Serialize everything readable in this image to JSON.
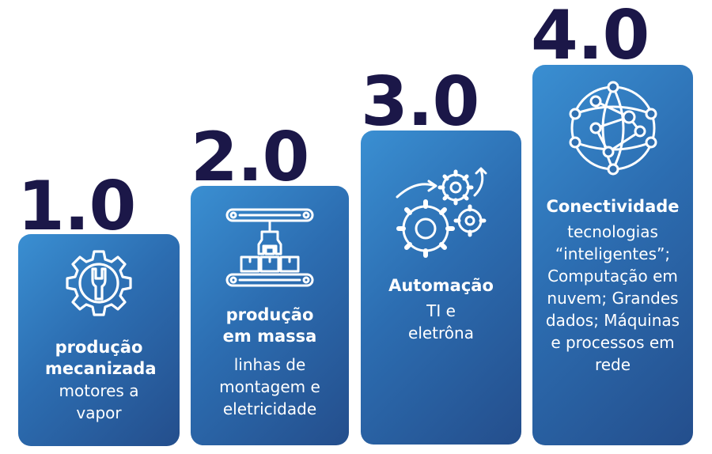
{
  "stages": [
    {
      "version": "1.0",
      "title": "produção mecanizada",
      "description": "motores a vapor",
      "icon": "gear-wrench-icon"
    },
    {
      "version": "2.0",
      "title": "produção em massa",
      "description": "linhas de montagem e eletricidade",
      "icon": "assembly-line-icon"
    },
    {
      "version": "3.0",
      "title": "Automação",
      "description": "TI e eletrôna",
      "icon": "gears-icon"
    },
    {
      "version": "4.0",
      "title": "Conectividade",
      "description": "tecnologias “inteligentes”; Computação em nuvem; Grandes dados; Máquinas e processos em rede",
      "icon": "network-globe-icon"
    }
  ],
  "colors": {
    "version_text": "#1b1748",
    "card_start": "#3a8fd2",
    "card_end": "#244e8c",
    "card_text": "#ffffff"
  }
}
